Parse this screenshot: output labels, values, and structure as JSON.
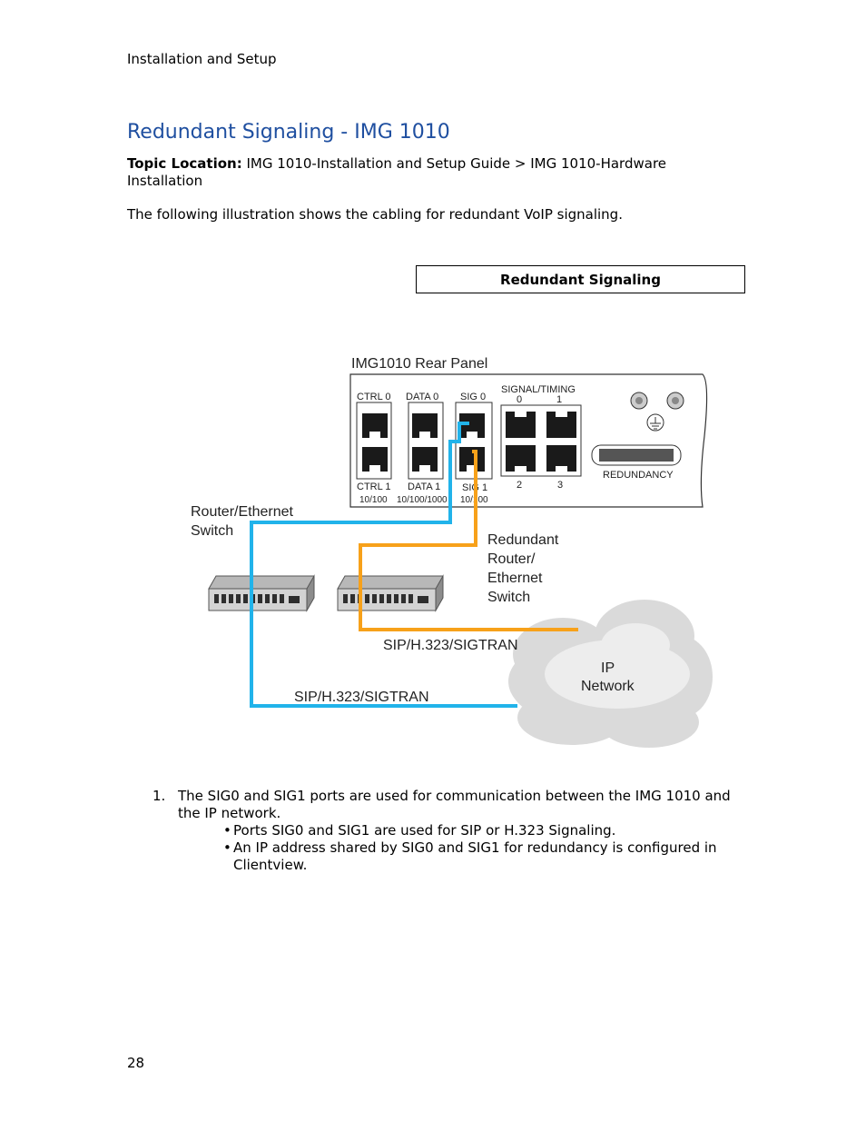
{
  "header": {
    "running": "Installation and Setup"
  },
  "title": "Redundant Signaling - IMG 1010",
  "topic": {
    "label": "Topic Location:",
    "text": " IMG 1010-Installation and Setup Guide > IMG 1010-Hardware Installation"
  },
  "intro": "The following illustration shows the cabling for redundant VoIP signaling.",
  "figure": {
    "caption": "Redundant Signaling",
    "panel_title": "IMG1010  Rear  Panel",
    "ports": {
      "ctrl0": "CTRL 0",
      "data0": "DATA 0",
      "sig0": "SIG 0",
      "signal_timing": "SIGNAL/TIMING",
      "st0": "0",
      "st1": "1",
      "ctrl1": "CTRL 1",
      "data1": "DATA 1",
      "sig1": "SIG 1",
      "st2": "2",
      "st3": "3",
      "redundancy": "REDUNDANCY",
      "speed_ctrl": "10/100",
      "speed_data": "10/100/1000",
      "speed_sig": "10/100"
    },
    "labels": {
      "router_line1": "Router/Ethernet",
      "router_line2": "Switch",
      "redundant_line1": "Redundant",
      "redundant_line2": "Router/",
      "redundant_line3": "Ethernet",
      "redundant_line4": "Switch",
      "sip_orange": "SIP/H.323/SIGTRAN",
      "sip_blue": "SIP/H.323/SIGTRAN",
      "ip_line1": "IP",
      "ip_line2": "Network"
    },
    "colors": {
      "blue_cable": "#21b3ea",
      "orange_cable": "#f7a11a"
    }
  },
  "steps": [
    {
      "num": "1.",
      "text": "The SIG0 and SIG1 ports are used for communication between the IMG 1010 and the IP network.",
      "bullets": [
        "Ports SIG0 and SIG1 are used for SIP or H.323 Signaling.",
        "An IP address shared by SIG0 and SIG1 for redundancy is configured in Clientview."
      ]
    }
  ],
  "bullet_glyph": "•",
  "page_number": "28"
}
